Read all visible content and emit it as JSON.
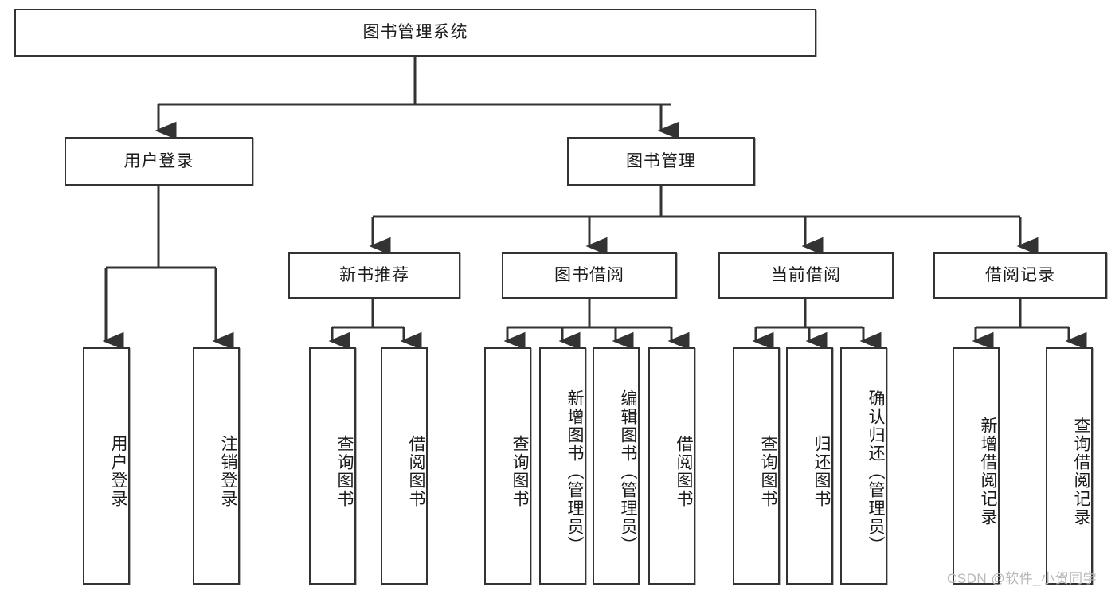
{
  "diagram": {
    "title": "图书管理系统",
    "type": "hierarchy-tree",
    "root": {
      "label": "图书管理系统"
    },
    "level2": [
      {
        "label": "用户登录"
      },
      {
        "label": "图书管理"
      }
    ],
    "level3": [
      {
        "label": "新书推荐"
      },
      {
        "label": "图书借阅"
      },
      {
        "label": "当前借阅"
      },
      {
        "label": "借阅记录"
      }
    ],
    "leaves": {
      "user_login": [
        {
          "label": "用户登录"
        },
        {
          "label": "注销登录"
        }
      ],
      "new_book_recommend": [
        {
          "label": "查询图书"
        },
        {
          "label": "借阅图书"
        }
      ],
      "book_borrow": [
        {
          "label": "查询图书"
        },
        {
          "label": "新增图书（管理员）"
        },
        {
          "label": "编辑图书（管理员）"
        },
        {
          "label": "借阅图书"
        }
      ],
      "current_borrow": [
        {
          "label": "查询图书"
        },
        {
          "label": "归还图书"
        },
        {
          "label": "确认归还（管理员）"
        }
      ],
      "borrow_record": [
        {
          "label": "新增借阅记录"
        },
        {
          "label": "查询借阅记录"
        }
      ]
    },
    "colors": {
      "border": "#333333",
      "background": "#ffffff",
      "text": "#1a1a1a",
      "watermark": "#b8b8b8"
    }
  },
  "watermark": {
    "text": "CSDN @软件_小贺同学"
  }
}
